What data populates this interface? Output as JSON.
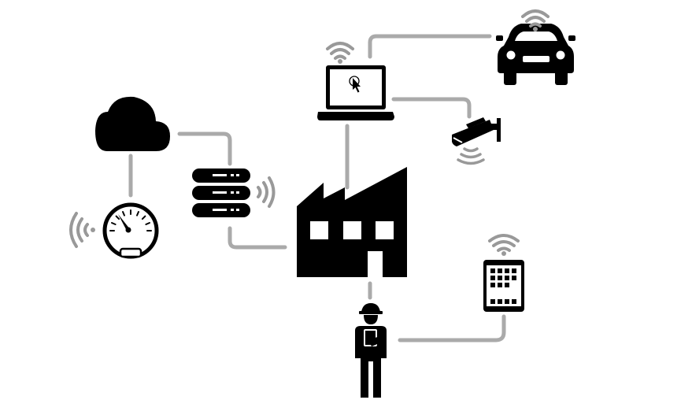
{
  "diagram": {
    "nodes": [
      {
        "id": "factory",
        "icon": "factory-icon"
      },
      {
        "id": "laptop",
        "icon": "laptop-icon"
      },
      {
        "id": "car",
        "icon": "car-icon"
      },
      {
        "id": "camera",
        "icon": "security-camera-icon"
      },
      {
        "id": "cloud",
        "icon": "cloud-icon"
      },
      {
        "id": "server",
        "icon": "server-icon"
      },
      {
        "id": "gauge",
        "icon": "gauge-icon"
      },
      {
        "id": "tablet",
        "icon": "tablet-icon"
      },
      {
        "id": "worker",
        "icon": "worker-icon"
      }
    ],
    "links": [
      [
        "laptop",
        "car"
      ],
      [
        "laptop",
        "camera"
      ],
      [
        "laptop",
        "factory"
      ],
      [
        "cloud",
        "server"
      ],
      [
        "cloud",
        "gauge"
      ],
      [
        "server",
        "factory"
      ],
      [
        "factory",
        "worker"
      ],
      [
        "worker",
        "tablet"
      ]
    ],
    "colors": {
      "icon": "#000000",
      "link": "#aaaaaa",
      "wifi": "#999999"
    }
  }
}
